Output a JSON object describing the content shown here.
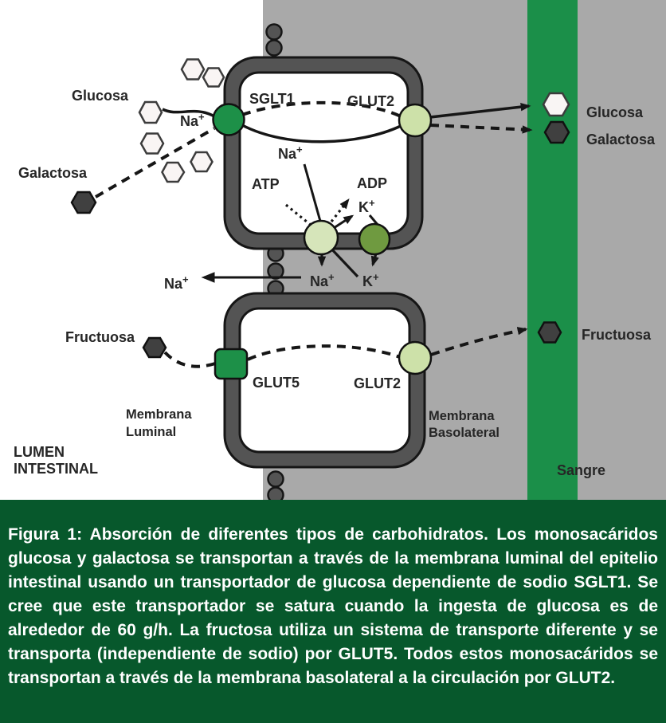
{
  "figure": {
    "type": "biology-diagram",
    "title": "Absorción de diferentes tipos de carbohidratos"
  },
  "diagram": {
    "labels": {
      "glucosa_left": "Glucosa",
      "galactosa_left": "Galactosa",
      "fructuosa_left": "Fructuosa",
      "glucosa_right": "Glucosa",
      "galactosa_right": "Galactosa",
      "fructuosa_right": "Fructuosa",
      "sglt1": "SGLT1",
      "glut2_top": "GLUT2",
      "glut2_bottom": "GLUT2",
      "glut5": "GLUT5",
      "atp": "ATP",
      "adp": "ADP",
      "membrana_luminal_1": "Membrana",
      "membrana_luminal_2": "Luminal",
      "membrana_basolateral_1": "Membrana",
      "membrana_basolateral_2": "Basolateral",
      "lumen_1": "LUMEN",
      "lumen_2": "INTESTINAL",
      "sangre": "Sangre"
    },
    "ions": {
      "na": "Na",
      "k": "K",
      "plus": "+"
    },
    "colors": {
      "lumen_bg": "#ffffff",
      "epithelium_gray": "#a9a9a9",
      "blood_green": "#1b8f49",
      "membrane_dark": "#545454",
      "cell_fill": "#ffffff",
      "transporter_green": "#1d9048",
      "transporter_pale": "#cde1a9",
      "pump_pale": "#d6e5ba",
      "pump_olive": "#6f9a40",
      "hex_white": "#f9f5f4",
      "hex_dark": "#404040",
      "caption_bg": "#07582c",
      "caption_text": "#ffffff"
    }
  },
  "caption": {
    "text": "Figura 1: Absorción de diferentes tipos de carbohidratos. Los monosacáridos glucosa y galactosa se transportan a través de la membrana luminal del epitelio intestinal usando un transportador de glucosa dependiente de sodio SGLT1. Se cree que este transportador se satura cuando la ingesta de glucosa es de alrededor de 60 g/h. La fructosa utiliza un sistema de transporte diferente y se transporta (independiente de sodio) por GLUT5. Todos estos monosacáridos se transportan a través de la membrana basolateral a la circulación por GLUT2."
  }
}
